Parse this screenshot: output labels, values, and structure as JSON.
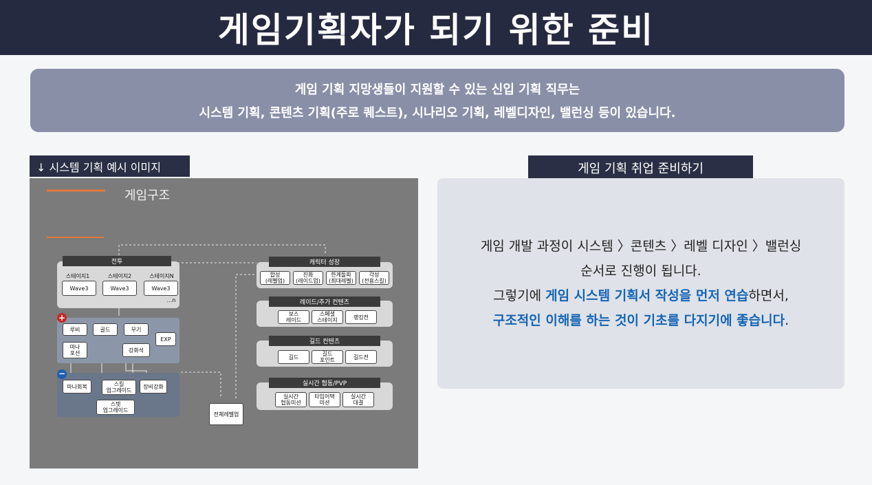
{
  "header": {
    "title": "게임기획자가 되기 위한 준비"
  },
  "banner": {
    "line1": "게임 기획 지망생들이 지원할 수 있는 신입 기획 직무는",
    "line2": "시스템 기획, 콘텐츠 기획(주로 퀘스트), 시나리오 기획, 레벨디자인, 밸런싱 등이 있습니다."
  },
  "left_tag": "↓ 시스템 기획 예시 이미지",
  "right_tag": "게임 기획 취업 준비하기",
  "diagram": {
    "title": "게임구조",
    "battle": {
      "title": "전투",
      "stages": [
        "스테이지1",
        "스테이지2",
        "스테이지N"
      ],
      "wave": "Wave3",
      "more": "...n"
    },
    "plus_items": [
      "루비",
      "골드",
      "무기",
      "마나\n포션",
      "강화석",
      "EXP"
    ],
    "minus_items": [
      "마나회복",
      "스킬\n업그레이드",
      "장비강화",
      "스텟\n업그레이드"
    ],
    "total_levelup": "전체레벨업",
    "growth": {
      "title": "캐릭터 성장",
      "items": [
        "합성\n(레벨업)",
        "진화\n(레이드업)",
        "한계돌파\n(최대레벨)",
        "각성\n(전용스킬)"
      ]
    },
    "raid": {
      "title": "레이드/추가 컨텐츠",
      "items": [
        "보스\n레이드",
        "스페셜\n스테이지",
        "랭킹전"
      ]
    },
    "guild": {
      "title": "길드 컨텐츠",
      "items": [
        "길드",
        "길드\n포인트",
        "길드전"
      ]
    },
    "pvp": {
      "title": "실시간 협동/PVP",
      "items": [
        "실시간\n협동미션",
        "타임어택\n미션",
        "실시간\n대결"
      ]
    }
  },
  "info": {
    "line1": "게임 개발 과정이 시스템 〉콘텐츠 〉레벨 디자인 〉밸런싱",
    "line2": "순서로 진행이 됩니다.",
    "line3_pre": "그렇기에 ",
    "line3_hl": "게임 시스템 기획서 작성을 먼저 연습",
    "line3_post": "하면서,",
    "line4_hl": "구조적인 이해를 하는 것이 기초를 다지기에 좋습니다",
    "line4_post": "."
  },
  "colors": {
    "header_bg": "#262a40",
    "banner_bg": "#8a8fa8",
    "highlight": "#1565b5",
    "accent_line": "#e07a3c"
  }
}
